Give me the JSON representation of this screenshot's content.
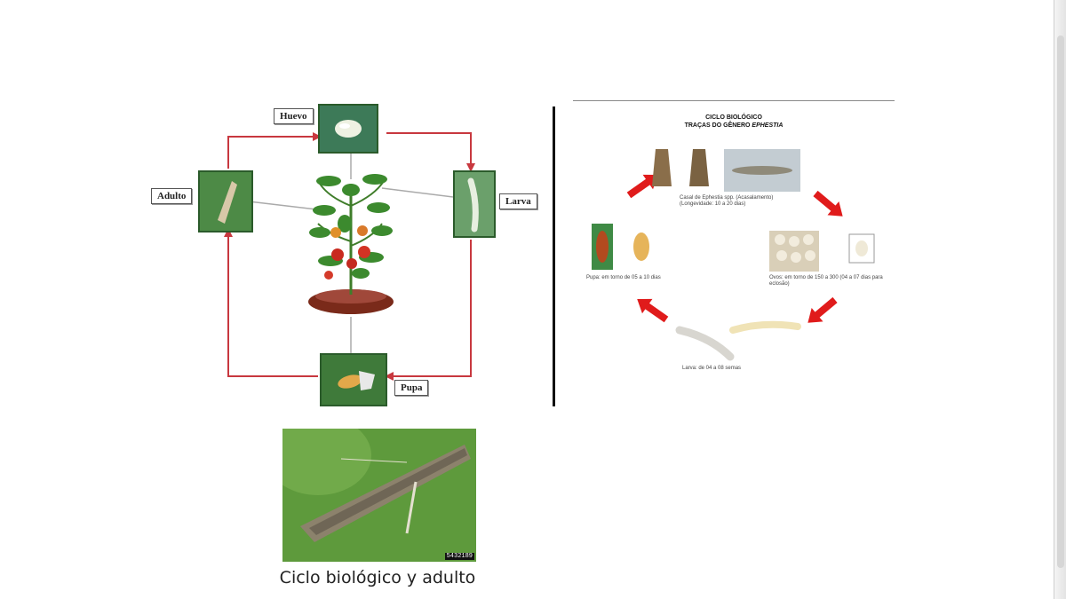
{
  "left_cycle": {
    "stages": {
      "egg": "Huevo",
      "larva": "Larva",
      "pupa": "Pupa",
      "adult": "Adulto"
    },
    "arrow_color": "#c8383f"
  },
  "right_cycle": {
    "title_line1": "CICLO BIOLÓGICO",
    "title_line2_prefix": "TRAÇAS DO GÊNERO ",
    "title_line2_genus": "EPHESTIA",
    "adult_caption": "Casal de Ephestia spp. (Acasalamento) (Longevidade: 10 a 20 dias)",
    "egg_caption": "Ovos: em torno de 150 a 300 (04 a 07 dias para eclosão)",
    "larva_caption": "Larva: de 04 a 08 semas",
    "pupa_caption": "Pupa: em torno de 05 a 10 dias",
    "arrow_color": "#e01b1b"
  },
  "photo": {
    "code": "5432189"
  },
  "caption": "Ciclo biológico y adulto"
}
